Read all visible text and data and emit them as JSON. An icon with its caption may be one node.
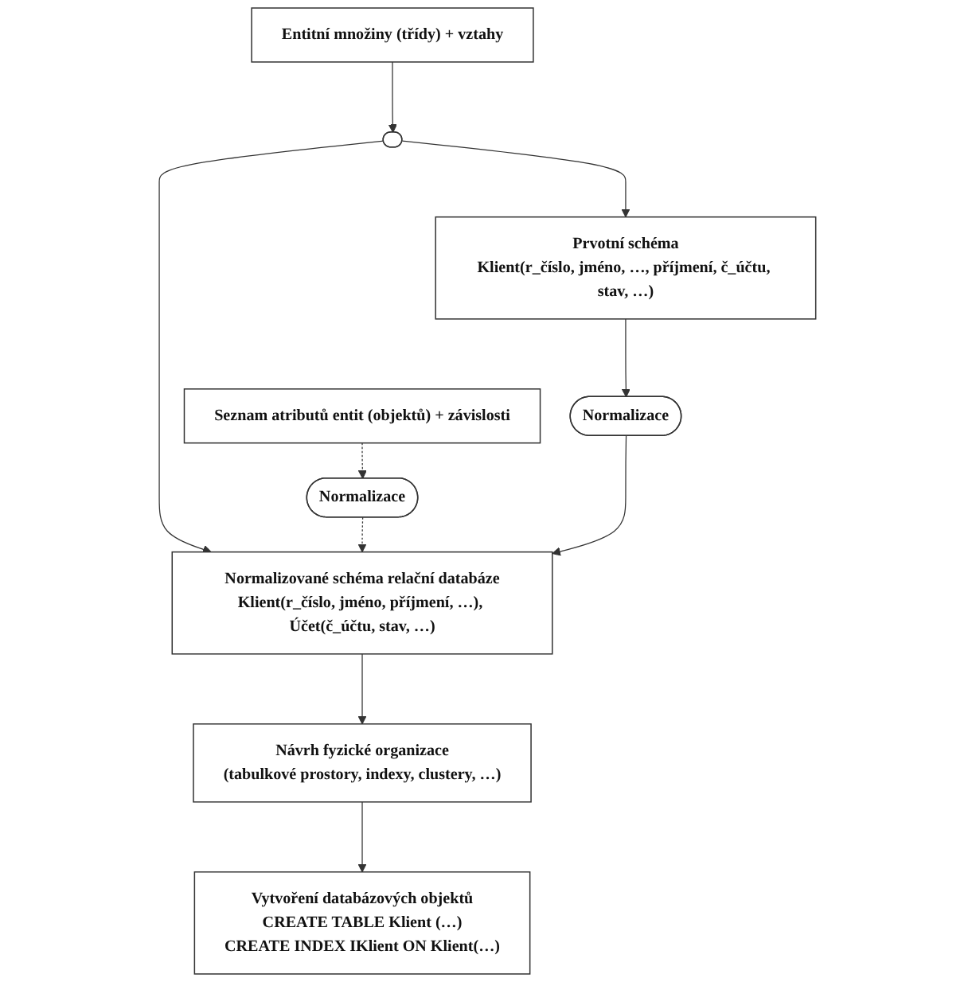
{
  "diagram": {
    "nodes": [
      {
        "text": [
          "Entitní množiny (třídy) + vztahy"
        ]
      },
      {
        "text": [
          "Seznam atributů entit (objektů) + závislosti"
        ]
      },
      {
        "text": [],
        "shape": "ellipse"
      },
      {
        "text": [
          "Normalizace"
        ]
      },
      {
        "text": [
          "Prvotní schéma",
          "Klient(r_číslo, jméno, …, příjmení, č_účtu, stav, …)"
        ]
      },
      {
        "text": [
          "Normalizace"
        ]
      },
      {
        "text": [
          "Normalizované schéma relační databáze",
          "Klient(r_číslo, jméno, příjmení, …), Účet(č_účtu, stav, …)"
        ]
      },
      {
        "text": [
          "Návrh fyzické organizace",
          "(tabulkové prostory, indexy, clustery, …)"
        ]
      },
      {
        "text": [
          "Vytvoření databázových objektů",
          "CREATE TABLE Klient (…)",
          "CREATE INDEX IKlient ON Klient(…)"
        ]
      }
    ],
    "edges": [
      {
        "from": 0,
        "to": 2,
        "arrow": "to"
      },
      {
        "from": 1,
        "to": 3,
        "arrow": "to",
        "style": "dashed"
      },
      {
        "from": 2,
        "to": 4,
        "arrow": "to"
      },
      {
        "from": 2,
        "to": 6,
        "arrow": "to"
      },
      {
        "from": 3,
        "to": 6,
        "arrow": "to",
        "style": "dashed"
      },
      {
        "from": 4,
        "to": 5,
        "arrow": "to"
      },
      {
        "from": 5,
        "to": 6,
        "arrow": "to"
      },
      {
        "from": 6,
        "to": 7,
        "arrow": "to"
      },
      {
        "from": 7,
        "to": 8,
        "arrow": "to"
      }
    ]
  }
}
